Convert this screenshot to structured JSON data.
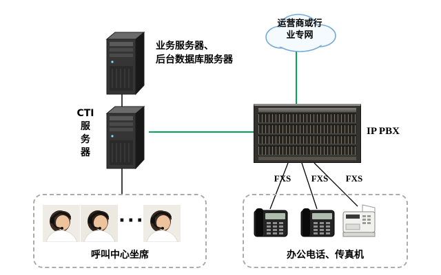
{
  "nodes": {
    "cloud": {
      "label": "运营商或行\n业专网"
    },
    "business_server": {
      "label": "业务服务器、\n后台数据库服务器"
    },
    "cti_server": {
      "label": "CTI\n服\n务\n器"
    },
    "ip_pbx": {
      "label": "IP PBX"
    },
    "fxs": {
      "labels": [
        "FXS",
        "FXS",
        "FXS"
      ]
    },
    "call_center": {
      "label": "呼叫中心坐席",
      "dots": "···"
    },
    "office": {
      "label": "办公电话、传真机"
    }
  },
  "colors": {
    "green_link": "#00a651",
    "black_link": "#000000",
    "cloud_border": "#74a9d8",
    "cloud_fill": "#f4fafe",
    "dashed_border": "#ababab"
  }
}
